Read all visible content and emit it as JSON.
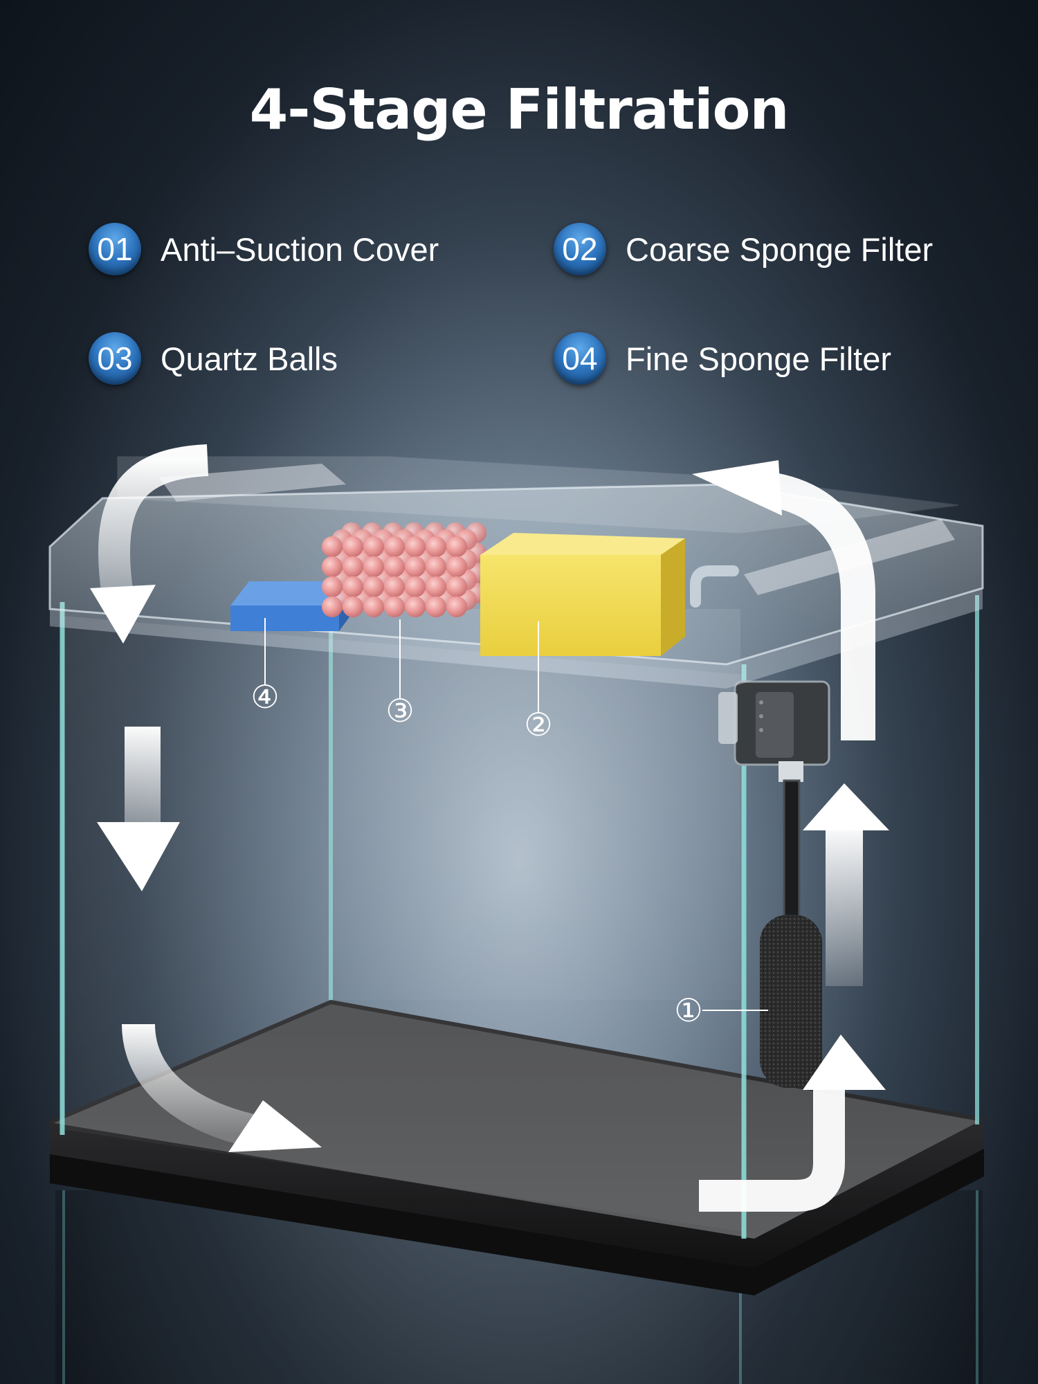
{
  "title": "4-Stage Filtration",
  "stages": [
    {
      "number": "01",
      "label": "Anti–Suction Cover"
    },
    {
      "number": "02",
      "label": "Coarse Sponge Filter"
    },
    {
      "number": "03",
      "label": "Quartz Balls"
    },
    {
      "number": "04",
      "label": "Fine Sponge Filter"
    }
  ],
  "callouts": [
    "①",
    "②",
    "③",
    "④"
  ],
  "colors": {
    "badge": "#2e76c0",
    "fine_sponge": "#3f7fd6",
    "quartz_balls": "#e89a9a",
    "coarse_sponge": "#f2dc58",
    "base": "#1b1b1d"
  }
}
